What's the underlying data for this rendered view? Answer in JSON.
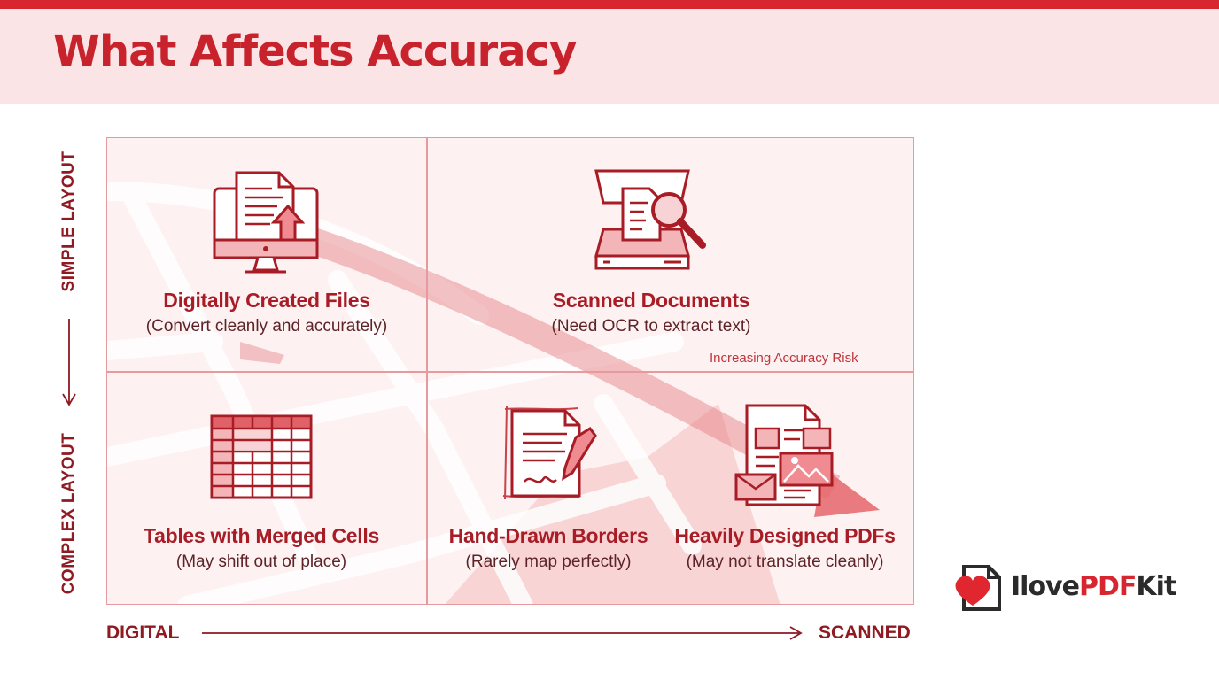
{
  "title": "What Affects Accuracy",
  "axes": {
    "y_top": "SIMPLE LAYOUT",
    "y_bottom": "COMPLEX LAYOUT",
    "x_left": "DIGITAL",
    "x_right": "SCANNED"
  },
  "risk_label": "Increasing Accuracy Risk",
  "quadrants": {
    "digital": {
      "title": "Digitally Created Files",
      "subtitle": "(Convert cleanly and accurately)",
      "icon": "monitor-document-icon"
    },
    "scanned": {
      "title": "Scanned Documents",
      "subtitle": "(Need OCR to extract text)",
      "icon": "scanner-magnifier-icon"
    },
    "tables": {
      "title": "Tables with Merged Cells",
      "subtitle": "(May shift out of place)",
      "icon": "table-icon"
    },
    "handdrawn": {
      "title": "Hand-Drawn Borders",
      "subtitle": "(Rarely map perfectly)",
      "icon": "hand-drawn-document-icon"
    },
    "designed": {
      "title": "Heavily Designed PDFs",
      "subtitle": "(May not translate cleanly)",
      "icon": "designed-layout-icon"
    }
  },
  "logo": {
    "part1": "Ilove",
    "part2": "PDF",
    "part3": "Kit"
  },
  "colors": {
    "accent": "#d7262f",
    "band": "#fbe4e5",
    "dark_red": "#a81c26"
  }
}
